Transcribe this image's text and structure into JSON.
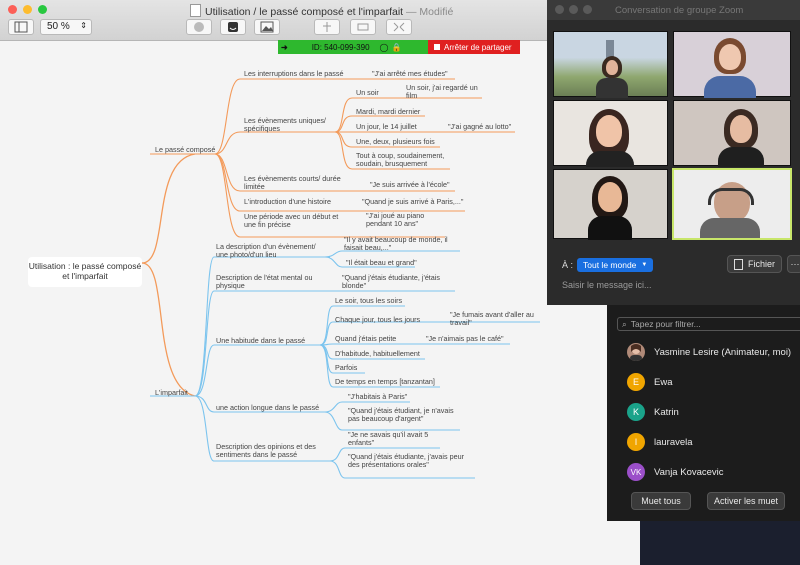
{
  "window": {
    "title": "Utilisation / le passé composé et l'imparfait",
    "modified": "— Modifié",
    "zoom": "50 %"
  },
  "share_bar": {
    "meeting_id": "ID: 540-099-390",
    "stop_label": "Arrêter de partager"
  },
  "mindmap": {
    "root": "Utilisation : le passé composé et l'imparfait",
    "pc": {
      "label": "Le passé composé",
      "b1": "Les interruptions dans le passé",
      "b1q": "\"J'ai arrêté mes études\"",
      "b2": "Les évènements uniques/ spécifiques",
      "b2a": "Un soir",
      "b2aq": "Un soir, j'ai regardé un film",
      "b2b": "Mardi, mardi dernier",
      "b2c": "Un jour, le 14 juillet",
      "b2cq": "\"J'ai gagné au lotto\"",
      "b2d": "Une, deux, plusieurs fois",
      "b2e": "Tout à coup, soudainement, soudain, brusquement",
      "b3": "Les évènements courts/ durée limitée",
      "b3q": "\"Je suis arrivée à l'école\"",
      "b4": "L'introduction d'une histoire",
      "b4q": "\"Quand je suis arrivé à Paris,...\"",
      "b5": "Une période avec un début et une fin précise",
      "b5q": "\"J'ai joué au piano pendant 10 ans\""
    },
    "imp": {
      "label": "L'imparfait",
      "c1": "La description d'un évènement/ une photo/d'un lieu",
      "c1q1": "\"Il y avait beaucoup de monde, il faisait beau,...\"",
      "c1q2": "\"Il était beau et grand\"",
      "c2": "Description de l'état mental ou physique",
      "c2q": "\"Quand j'étais étudiante, j'étais blonde\"",
      "c3": "Une habitude dans le passé",
      "c3a": "Le soir, tous les soirs",
      "c3b": "Chaque jour, tous les jours",
      "c3bq": "\"Je fumais avant d'aller au travail\"",
      "c3c": "Quand j'étais petite",
      "c3cq": "\"Je n'aimais pas le café\"",
      "c3d": "D'habitude, habituellement",
      "c3e": "Parfois",
      "c3f": "De temps en temps [tanzantan]",
      "c4": "une action longue dans le passé",
      "c4q1": "\"J'habitais à Paris\"",
      "c4q2": "\"Quand j'étais étudiant, je n'avais pas beaucoup d'argent\"",
      "c5": "Description des opinions et des sentiments dans le passé",
      "c5q1": "\"Je ne savais qu'il avait 5 enfants\"",
      "c5q2": "\"Quand j'étais étudiante, j'avais peur des présentations orales\""
    }
  },
  "chat": {
    "title": "Conversation de groupe Zoom",
    "to_label": "À :",
    "recipient": "Tout le monde",
    "file_button": "Fichier",
    "more": "···",
    "placeholder": "Saisir le message ici..."
  },
  "participants": {
    "filter_placeholder": "Tapez pour filtrer...",
    "people": [
      {
        "name": "Yasmine Lesire (Animateur, moi)",
        "initial": "",
        "color": "#b08a78"
      },
      {
        "name": "Ewa",
        "initial": "E",
        "color": "#f0a500"
      },
      {
        "name": "Katrin",
        "initial": "K",
        "color": "#1aa38a"
      },
      {
        "name": "lauravela",
        "initial": "l",
        "color": "#f0a500"
      },
      {
        "name": "Vanja Kovacevic",
        "initial": "VK",
        "color": "#9b4fc9"
      }
    ],
    "mute_all": "Muet tous",
    "unmute_all": "Activer les muet"
  },
  "colors": {
    "orange": "#f39a5a",
    "blue": "#7cc4ee"
  }
}
